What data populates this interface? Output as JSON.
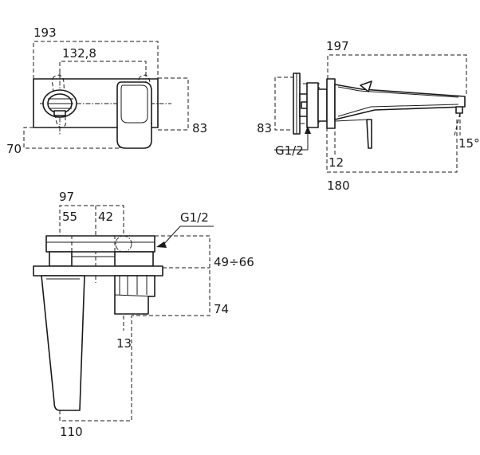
{
  "front_view": {
    "width_label": "193",
    "spacing_label": "132,8",
    "height_label": "83",
    "offset_label": "70"
  },
  "side_view": {
    "length_label": "197",
    "height_label": "83",
    "thread_label": "G1/2",
    "plate_label": "12",
    "projection_label": "180",
    "angle_label": "15°"
  },
  "top_view": {
    "overall_label": "97",
    "left_label": "55",
    "right_label": "42",
    "thread_label": "G1/2",
    "depth_range_label": "49÷66",
    "depth_label": "74",
    "small_label": "13",
    "spout_label": "110"
  }
}
